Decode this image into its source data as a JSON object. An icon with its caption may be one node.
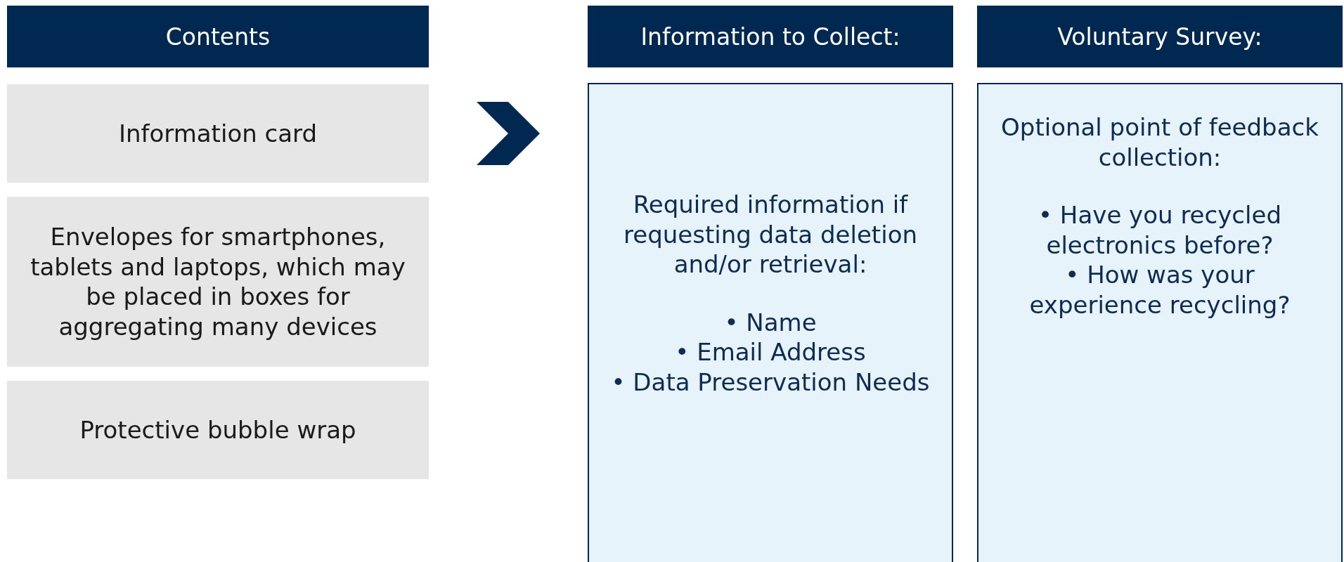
{
  "diagram": {
    "nodes": [
      {
        "text": [
          "Contents"
        ]
      },
      {
        "text": [
          "Information card"
        ]
      },
      {
        "text": [
          "Envelopes for smartphones, tablets and laptops, which may be placed in boxes for aggregating many devices"
        ]
      },
      {
        "text": [
          "Protective bubble wrap"
        ]
      },
      {
        "text": [
          "Information to Collect:"
        ]
      },
      {
        "text": [
          "Required information if requesting data deletion and/or retrieval:",
          "• Name",
          "• Email Address",
          "• Data Preservation Needs"
        ]
      },
      {
        "text": [
          "Voluntary Survey:"
        ]
      },
      {
        "text": [
          "Optional point of feedback collection:",
          "• Have you recycled electronics before?",
          "• How was your experience recycling?"
        ]
      }
    ],
    "edges": [
      {
        "from": 1,
        "to": 5,
        "arrow": "to"
      }
    ]
  }
}
